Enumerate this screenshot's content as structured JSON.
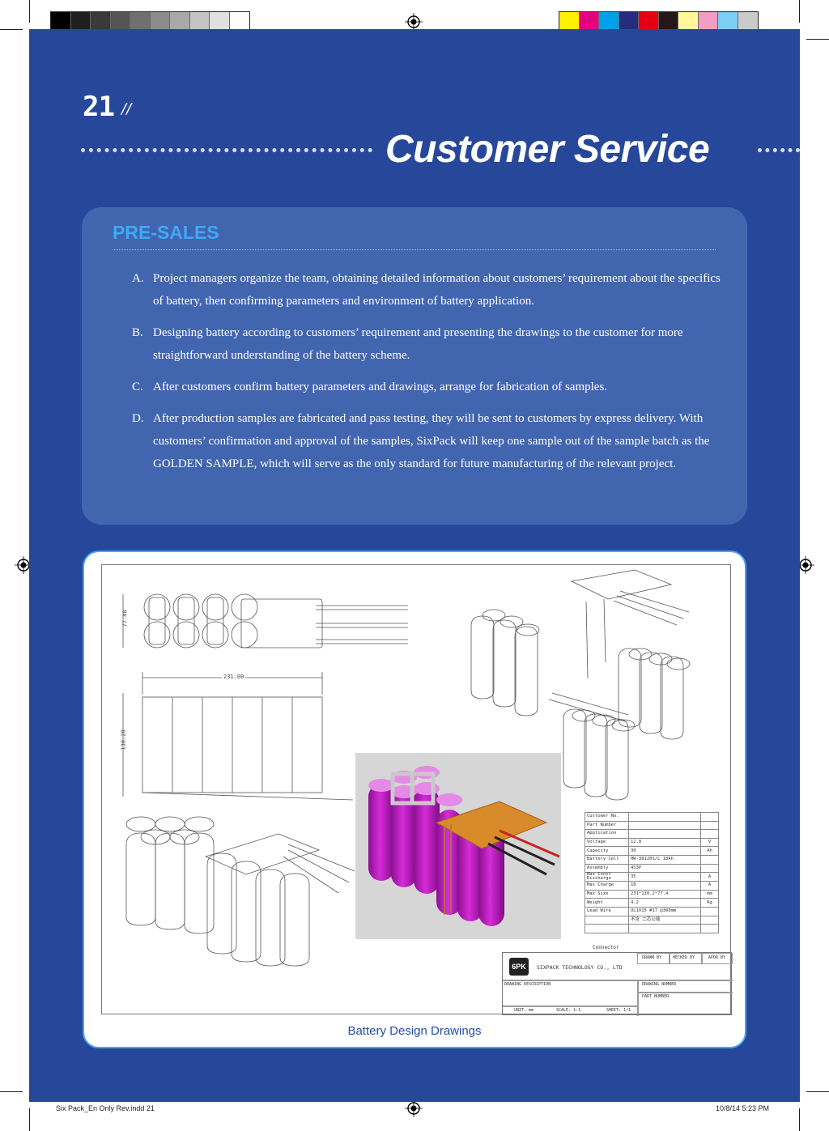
{
  "print_marks": {
    "gray_swatches": [
      "#000000",
      "#1f1f1f",
      "#3a3a3a",
      "#555555",
      "#707070",
      "#8c8c8c",
      "#a8a8a8",
      "#c4c4c4",
      "#e0e0e0",
      "#ffffff"
    ],
    "color_swatches": [
      "#fff100",
      "#e4007f",
      "#00a0e9",
      "#262d7e",
      "#e60012",
      "#231815",
      "#fff799",
      "#f19ec2",
      "#7ecef4",
      "#c9caca"
    ]
  },
  "header": {
    "page_number": "21",
    "page_number_suffix": "//",
    "title": "Customer Service"
  },
  "presales": {
    "heading": "PRE-SALES",
    "items": [
      {
        "marker": "A.",
        "text": "Project managers organize the team, obtaining detailed information about customers’ requirement about the specifics of battery, then confirming parameters and environment of battery application."
      },
      {
        "marker": "B.",
        "text": "Designing battery according to customers’ requirement and presenting the drawings to the customer for more straightforward understanding of the battery scheme."
      },
      {
        "marker": "C.",
        "text": "After customers confirm battery parameters and drawings, arrange for fabrication of samples."
      },
      {
        "marker": "D.",
        "text": "After production samples are fabricated and pass testing, they will be sent to customers by express delivery. With customers’ confirmation and approval of the samples, SixPack will keep one sample out of the sample batch as the GOLDEN SAMPLE, which will serve as the only standard for future manufacturing of the relevant project."
      }
    ]
  },
  "drawing": {
    "caption": "Battery Design Drawings",
    "dimensions": {
      "height_label": "77.40",
      "width_label": "231.00",
      "length_label": "130.20"
    },
    "spec_table": [
      {
        "label": "Customer No.",
        "value": "",
        "unit": ""
      },
      {
        "label": "Part Number",
        "value": "",
        "unit": ""
      },
      {
        "label": "Application",
        "value": "",
        "unit": ""
      },
      {
        "label": "Voltage",
        "value": "12.8",
        "unit": "V"
      },
      {
        "label": "Capacity",
        "value": "30",
        "unit": "Ah"
      },
      {
        "label": "Battery Cell",
        "value": "HW-38120S/L 10Ah",
        "unit": ""
      },
      {
        "label": "Assembly",
        "value": "4S3P",
        "unit": ""
      },
      {
        "label": "Max Const Discharge",
        "value": "35",
        "unit": "A"
      },
      {
        "label": "Max Charge",
        "value": "10",
        "unit": "A"
      },
      {
        "label": "Max Size",
        "value": "231*130.2*77.4",
        "unit": "mm"
      },
      {
        "label": "Weight",
        "value": "4.2",
        "unit": "Kg"
      },
      {
        "label": "Lead Wire",
        "value": "UL1015 #17 @300mm",
        "unit": ""
      },
      {
        "label": "",
        "value": "不含 二芯公插",
        "unit": ""
      },
      {
        "label": "",
        "value": "",
        "unit": ""
      }
    ],
    "connector_label": "Connector",
    "title_block": {
      "company": "SIXPACK TECHNOLOGY CO., LTD",
      "logo_text": "6PK",
      "drawn_by": "DRAWN BY",
      "checked_by": "HECKED BY",
      "approved_by": "APDR BY",
      "drawing_description": "DRAWING DESCRIPTION",
      "drawing_number": "DRAWING NUMBER",
      "part_number": "PART NUMBER",
      "unit": "UNIT: mm",
      "scale": "SCALE: 1:1",
      "sheet": "SHEET: 1/1"
    }
  },
  "slug": {
    "file": "Six Pack_En Only Rev.indd   21",
    "date": "10/8/14   5:23 PM"
  },
  "colors": {
    "page_background": "#27489a",
    "panel_background": "#4265b0",
    "heading_accent": "#3fa9f5",
    "cell_magenta": "#c21fc9",
    "pcb_orange": "#d98a2b"
  }
}
